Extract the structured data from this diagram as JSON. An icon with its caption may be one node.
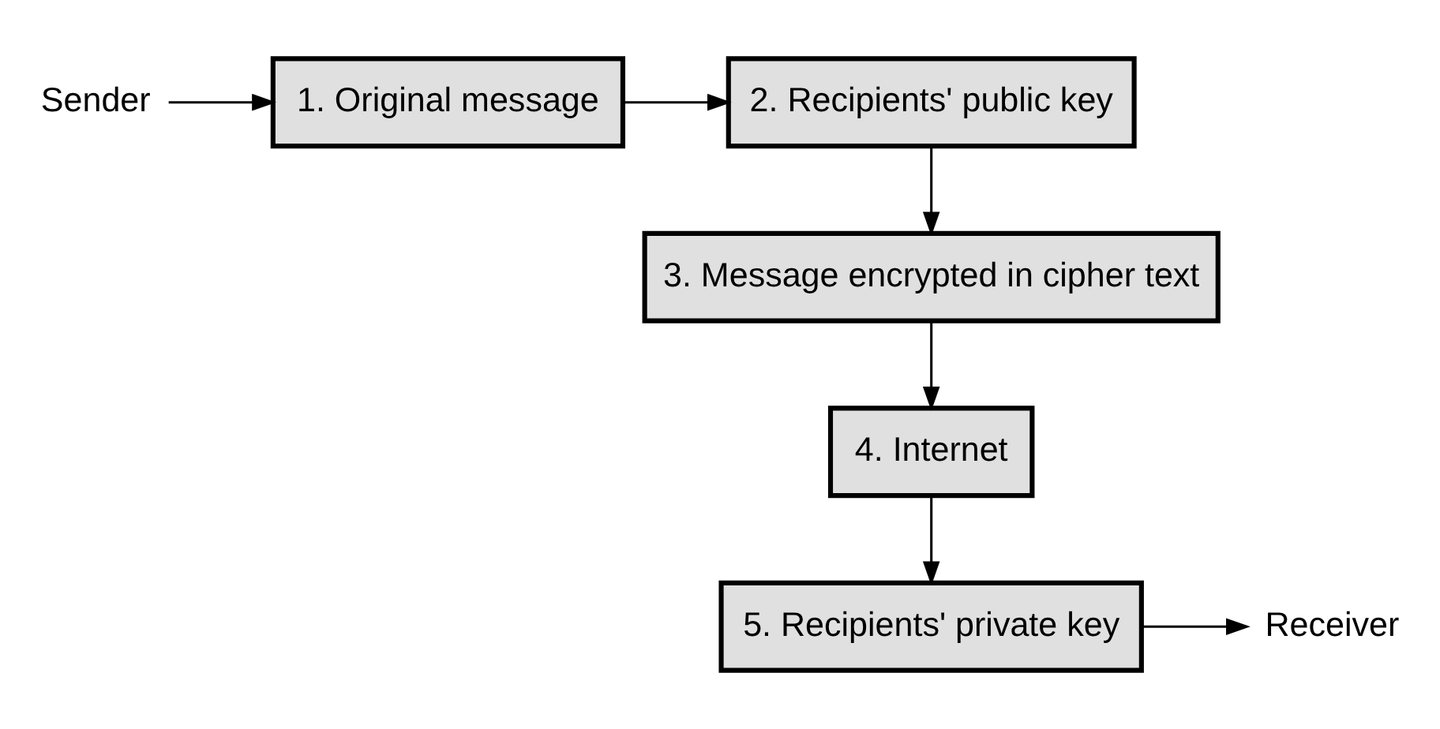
{
  "diagram": {
    "nodes": [
      {
        "text": [
          "Sender"
        ]
      },
      {
        "text": [
          "1. Original message"
        ]
      },
      {
        "text": [
          "2. Recipients' public key"
        ]
      },
      {
        "text": [
          "3. Message encrypted in cipher text"
        ]
      },
      {
        "text": [
          "4. Internet"
        ]
      },
      {
        "text": [
          "5. Recipients' private key"
        ]
      },
      {
        "text": [
          "Receiver"
        ]
      }
    ],
    "edges": [
      {
        "from": 0,
        "to": 1,
        "arrow": "to"
      },
      {
        "from": 1,
        "to": 2,
        "arrow": "to"
      },
      {
        "from": 2,
        "to": 3,
        "arrow": "to"
      },
      {
        "from": 3,
        "to": 4,
        "arrow": "to"
      },
      {
        "from": 4,
        "to": 5,
        "arrow": "to"
      },
      {
        "from": 5,
        "to": 6,
        "arrow": "to"
      }
    ]
  }
}
